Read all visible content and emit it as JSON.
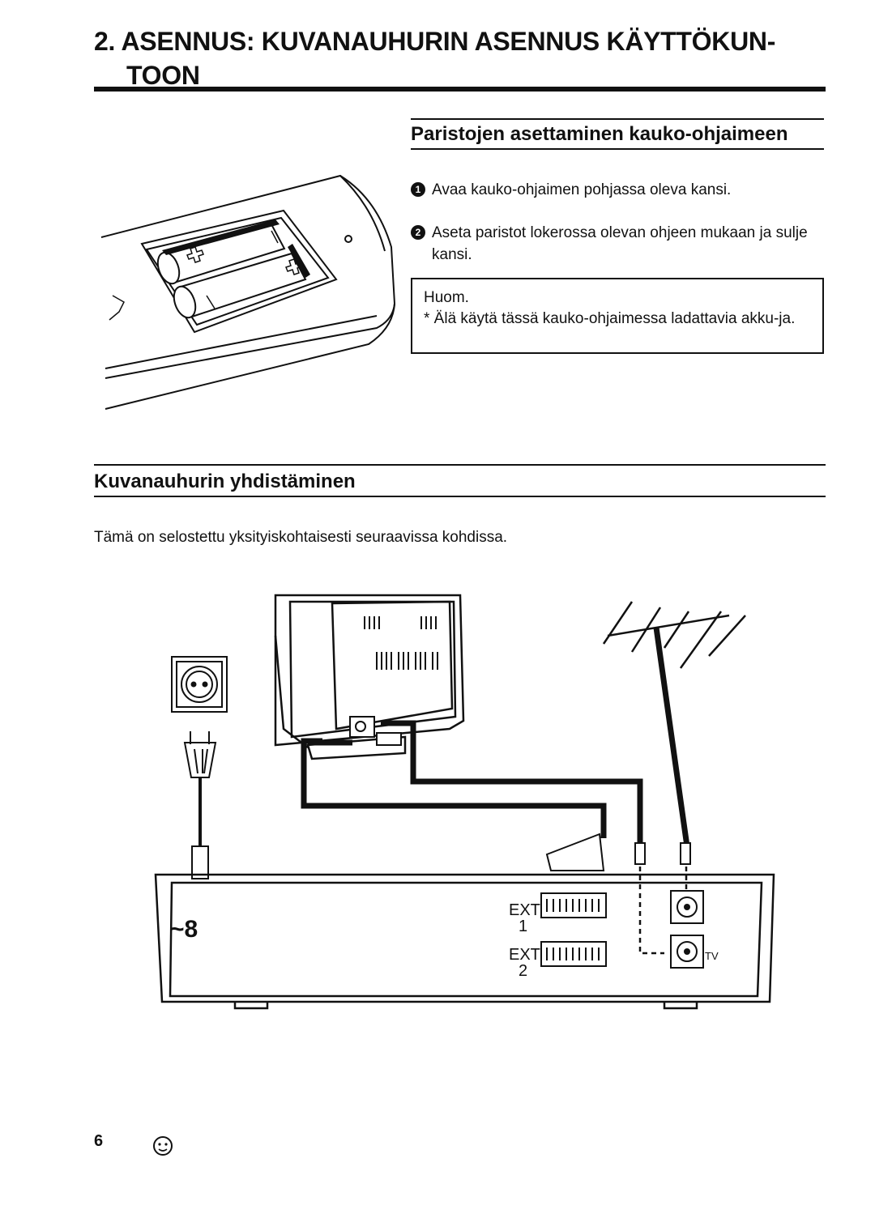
{
  "page": {
    "title_line1": "2. ASENNUS: KUVANAUHURIN ASENNUS KÄYTTÖKUN-",
    "title_line2": "TOON",
    "page_number": "6"
  },
  "battery_section": {
    "heading": "Paristojen asettaminen kauko-ohjaimeen",
    "steps": [
      {
        "num": "1",
        "text": "Avaa kauko-ohjaimen pohjassa oleva kansi."
      },
      {
        "num": "2",
        "text": "Aseta paristot lokerossa olevan ohjeen mukaan ja sulje kansi."
      }
    ],
    "note_title": "Huom.",
    "note_text": "* Älä käytä tässä kauko-ohjaimessa ladattavia akku-ja."
  },
  "connection_section": {
    "heading": "Kuvanauhurin yhdistäminen",
    "intro": "Tämä on selostettu yksityiskohtaisesti seuraavissa kohdissa."
  },
  "diagram_labels": {
    "ext": "EXT",
    "ext1_num": "1",
    "ext2_num": "2",
    "tv": "TV",
    "mains": "~8"
  },
  "icons": {
    "remote_illustration": "remote-battery-compartment-illustration",
    "connection_diagram": "vcr-tv-antenna-connection-diagram",
    "footer_icon": "smiley-face-icon"
  }
}
